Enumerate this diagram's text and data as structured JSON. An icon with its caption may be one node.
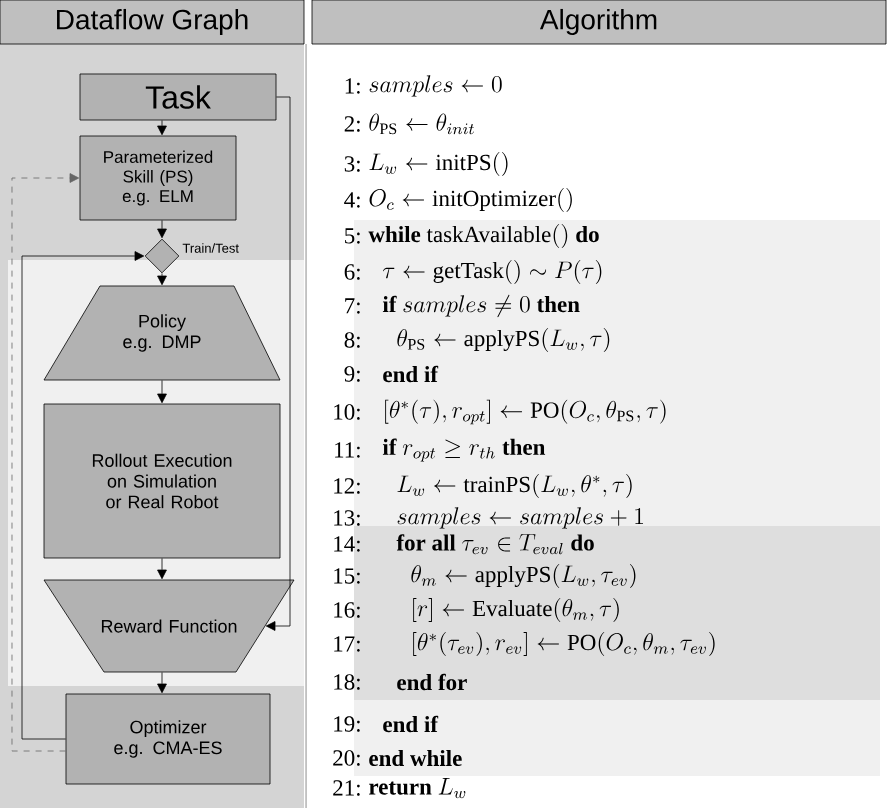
{
  "diagram": {
    "nodes": [
      {
        "text": [
          "Task"
        ]
      },
      {
        "text": [
          "Parameterized Skill (PS)",
          "e.g. ELM"
        ]
      },
      {
        "text": [],
        "shape": "diamond",
        "beside": [
          "Train/Test"
        ]
      },
      {
        "text": [
          "Policy",
          "e.g. DMP"
        ]
      },
      {
        "text": [
          "Rollout Execution on Simulation or Real Robot"
        ]
      },
      {
        "text": [
          "Reward Function"
        ]
      },
      {
        "text": [
          "Optimizer",
          "e.g. CMA-ES"
        ]
      }
    ],
    "edges": [
      {
        "from": 0,
        "to": 1,
        "arrow": "to"
      },
      {
        "from": 1,
        "to": 2,
        "arrow": "to"
      },
      {
        "from": 2,
        "to": 3,
        "arrow": "to"
      },
      {
        "from": 3,
        "to": 4,
        "arrow": "to"
      },
      {
        "from": 4,
        "to": 5,
        "arrow": "to"
      },
      {
        "from": 5,
        "to": 6,
        "arrow": "to"
      },
      {
        "from": 0,
        "to": 5,
        "arrow": "to"
      },
      {
        "from": 6,
        "to": 2,
        "arrow": "to"
      },
      {
        "from": 6,
        "to": 1,
        "arrow": "to",
        "style": "dashed",
        "color": "#666666"
      }
    ],
    "labels": [
      "Dataflow Graph",
      "Algorithm",
      "1:",
      "samples \\leftarrow 0",
      "2:",
      "\\theta_{\\mathrm{PS}} \\leftarrow \\theta_{init}",
      "3:",
      "L_w \\leftarrow \\textsc{initPS}()",
      "4:",
      "O_c \\leftarrow \\textsc{initOptimizer}()",
      "5:",
      "\\textbf{while}\\ \\textsc{taskAvailable}()\\ \\textbf{do}",
      "6:",
      "\\tau \\leftarrow \\textsc{getTask}() \\sim P(\\tau)",
      "7:",
      "\\textbf{if}\\ samples \\neq 0\\ \\textbf{then}",
      "8:",
      "\\theta_{\\mathrm{PS}} \\leftarrow \\textsc{applyPS}(L_w, \\tau)",
      "9:",
      "\\textbf{end if}",
      "10:",
      "[\\theta^*(\\tau), r_{opt}] \\leftarrow \\mathrm{PO}(O_c, \\theta_{\\mathrm{PS}}, \\tau)",
      "11:",
      "\\textbf{if}\\ r_{opt} \\geq r_{th}\\ \\textbf{then}",
      "12:",
      "L_w \\leftarrow \\textsc{trainPS}(L_w, \\theta^*, \\tau)",
      "13:",
      "samples \\leftarrow samples + 1",
      "14:",
      "\\textbf{for all}\\ \\tau_{ev} \\in T_{eval}\\ \\textbf{do}",
      "15:",
      "\\theta_m \\leftarrow \\textsc{applyPS}(L_w, \\tau_{ev})",
      "16:",
      "[r] \\leftarrow \\textsc{Evaluate}(\\theta_m, \\tau)",
      "17:",
      "[\\theta^*(\\tau_{ev}), r_{ev}] \\leftarrow \\mathrm{PO}(O_c, \\theta_m, \\tau_{ev})",
      "18:",
      "\\textbf{end for}",
      "19:",
      "\\textbf{end if}",
      "20:",
      "\\textbf{end while}",
      "21:",
      "\\textbf{return}\\ L_w"
    ]
  }
}
